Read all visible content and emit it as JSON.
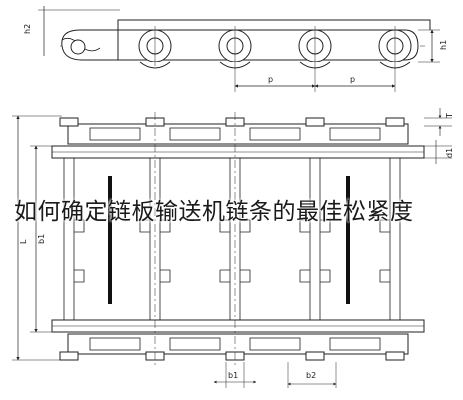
{
  "caption": "如何确定链板输送机链条的最佳松紧度",
  "dimensions": {
    "h2": "h2",
    "h1": "h1",
    "p": "p",
    "t": "T",
    "d1": "d1",
    "l": "L",
    "b1": "b1",
    "b2": "b2",
    "b1_bottom": "b1"
  },
  "style": {
    "line": "#222222",
    "hatch": "#111111",
    "background": "#ffffff"
  }
}
